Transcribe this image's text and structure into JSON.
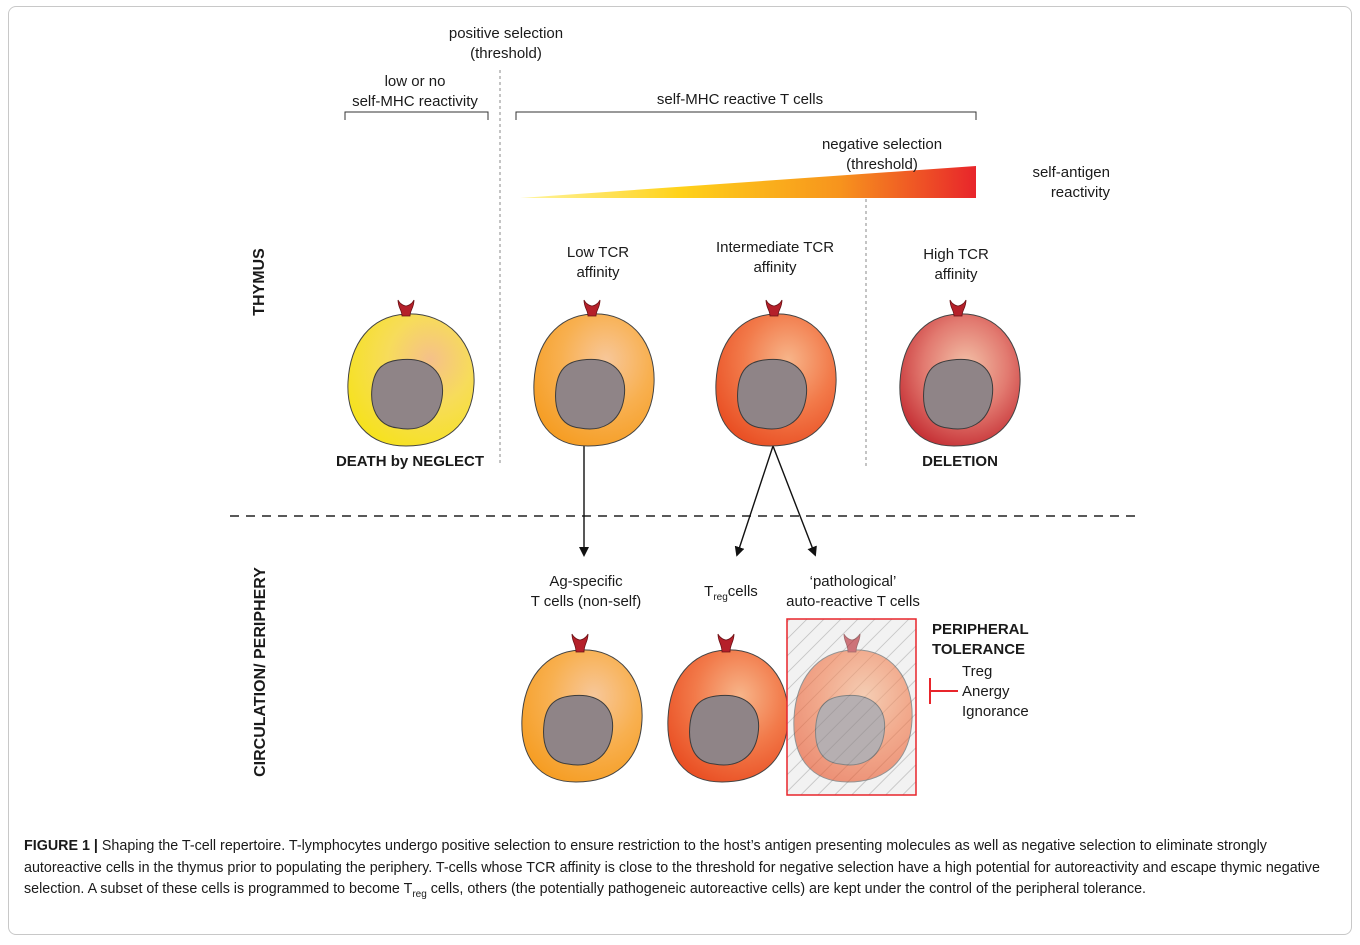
{
  "labels": {
    "positive_selection": [
      "positive selection",
      "(threshold)"
    ],
    "low_reactivity": [
      "low or no",
      "self-MHC reactivity"
    ],
    "self_mhc_reactive": "self-MHC reactive T cells",
    "negative_selection": [
      "negative selection",
      "(threshold)"
    ],
    "self_antigen": [
      "self-antigen",
      "reactivity"
    ],
    "low_tcr": [
      "Low TCR",
      "affinity"
    ],
    "intermediate_tcr": [
      "Intermediate TCR",
      "affinity"
    ],
    "high_tcr": [
      "High TCR",
      "affinity"
    ],
    "death_by_neglect": "DEATH by NEGLECT",
    "deletion": "DELETION",
    "thymus": "THYMUS",
    "periphery": "CIRCULATION/ PERIPHERY",
    "ag_specific": [
      "Ag-specific",
      "T cells (non-self)"
    ],
    "treg_T": "T",
    "treg_sub": "reg",
    "treg_rest": "cells",
    "pathological": [
      "‘pathological’",
      "auto-reactive T cells"
    ],
    "peripheral_tolerance": [
      "PERIPHERAL",
      "TOLERANCE"
    ],
    "tolerance_items": [
      "Treg",
      "Anergy",
      "Ignorance"
    ]
  },
  "caption": {
    "figure_label": "FIGURE 1 |",
    "part1": " Shaping the T-cell repertoire. T-lymphocytes undergo positive selection to ensure restriction to the host’s antigen presenting molecules as well as negative selection to eliminate strongly autoreactive cells in the thymus prior to populating the periphery. T-cells whose TCR affinity is close to the threshold for negative selection have a high potential for autoreactivity and escape thymic negative selection. A subset of these cells is programmed to become T",
    "sub": "reg",
    "part2": " cells, others (the potentially pathogeneic autoreactive cells) are kept under the control of the peripheral tolerance."
  },
  "colors": {
    "receptor": "#b5202a",
    "nucleus": "#8f8487",
    "tolerance_red": "#e8252b",
    "gradient": [
      "#fff5a0",
      "#ffd21a",
      "#f7941d",
      "#e8252b"
    ]
  }
}
